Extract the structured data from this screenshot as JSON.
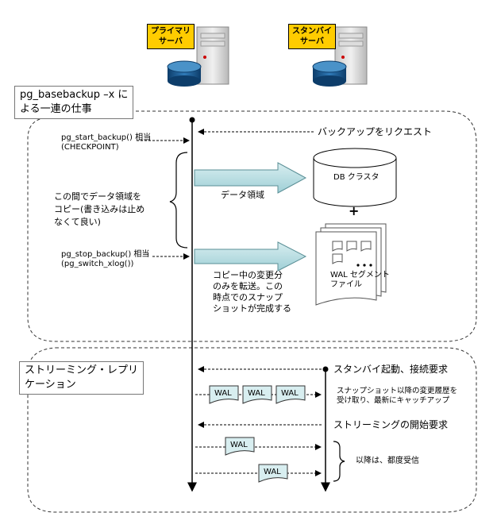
{
  "servers": {
    "primary": "プライマリ\nサーバ",
    "standby": "スタンバイ\nサーバ"
  },
  "section1": {
    "title": "pg_basebackup –x に\nよる一連の仕事",
    "start_backup": "pg_start_backup() 相当\n(CHECKPOINT)",
    "request_backup": "バックアップをリクエスト",
    "copy_note": "この間でデータ領域を\nコピー(書き込みは止め\nなくて良い)",
    "data_area": "データ領域",
    "db_cluster": "DB クラスタ",
    "plus": "+",
    "stop_backup": "pg_stop_backup() 相当\n(pg_switch_xlog())",
    "wal_segment": "WAL セグメント\nファイル",
    "transfer_note": "コピー中の変更分\nのみを転送。この\n時点でのスナップ\nショットが完成する"
  },
  "section2": {
    "title": "ストリーミング・レプリ\nケーション",
    "standby_start": "スタンバイ起動、接続要求",
    "catchup": "スナップショット以降の変更履歴を\n受け取り、最新にキャッチアップ",
    "wal1": "WAL",
    "wal2": "WAL",
    "wal3": "WAL",
    "streaming_request": "ストリーミングの開始要求",
    "wal4": "WAL",
    "wal5": "WAL",
    "thereafter": "以降は、都度受信"
  }
}
